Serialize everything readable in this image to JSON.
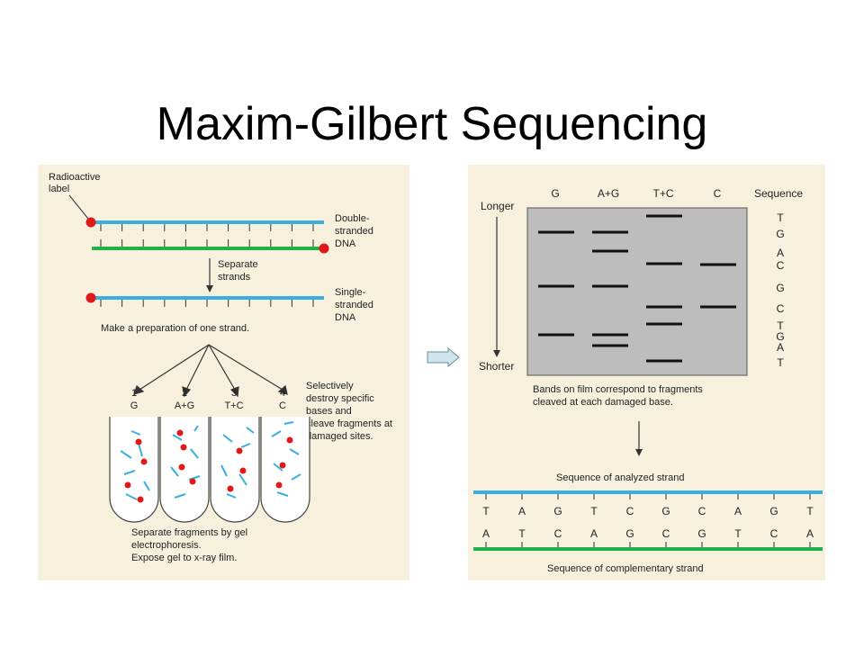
{
  "slide": {
    "title": "Maxim-Gilbert Sequencing"
  },
  "left": {
    "radioactive_line1": "Radioactive",
    "radioactive_line2": "label",
    "double_line1": "Double-",
    "double_line2": "stranded",
    "double_line3": "DNA",
    "separate_line1": "Separate",
    "separate_line2": "strands",
    "single_line1": "Single-",
    "single_line2": "stranded",
    "single_line3": "DNA",
    "preparation": "Make a preparation of one strand.",
    "tubes": [
      {
        "num": "1",
        "label": "G"
      },
      {
        "num": "2",
        "label": "A+G"
      },
      {
        "num": "3",
        "label": "T+C"
      },
      {
        "num": "4",
        "label": "C"
      }
    ],
    "destroy_line1": "Selectively",
    "destroy_line2": "destroy specific",
    "destroy_line3": "bases and",
    "destroy_line4": "cleave fragments at",
    "destroy_line5": "damaged sites.",
    "gel_line1": "Separate fragments by gel",
    "gel_line2": "electrophoresis.",
    "gel_line3": "Expose gel to x-ray film."
  },
  "right": {
    "lanes": [
      "G",
      "A+G",
      "T+C",
      "C"
    ],
    "sequence_header": "Sequence",
    "sequence_letters": [
      "T",
      "G",
      "A",
      "C",
      "G",
      "C",
      "T",
      "G",
      "A",
      "T"
    ],
    "longer": "Longer",
    "shorter": "Shorter",
    "bands_line1": "Bands on film correspond to fragments",
    "bands_line2": "cleaved at each damaged base.",
    "analyzed": "Sequence of analyzed strand",
    "top_bases": [
      "T",
      "A",
      "G",
      "T",
      "C",
      "G",
      "C",
      "A",
      "G",
      "T"
    ],
    "bottom_bases": [
      "A",
      "T",
      "C",
      "A",
      "G",
      "C",
      "G",
      "T",
      "C",
      "A"
    ],
    "complementary": "Sequence of complementary strand"
  },
  "colors": {
    "panel_bg": "#f6f0dc",
    "blue_strand": "#3aaee0",
    "green_strand": "#22b04a",
    "label_dot": "#e01818",
    "gel": "#bdbdbd"
  }
}
